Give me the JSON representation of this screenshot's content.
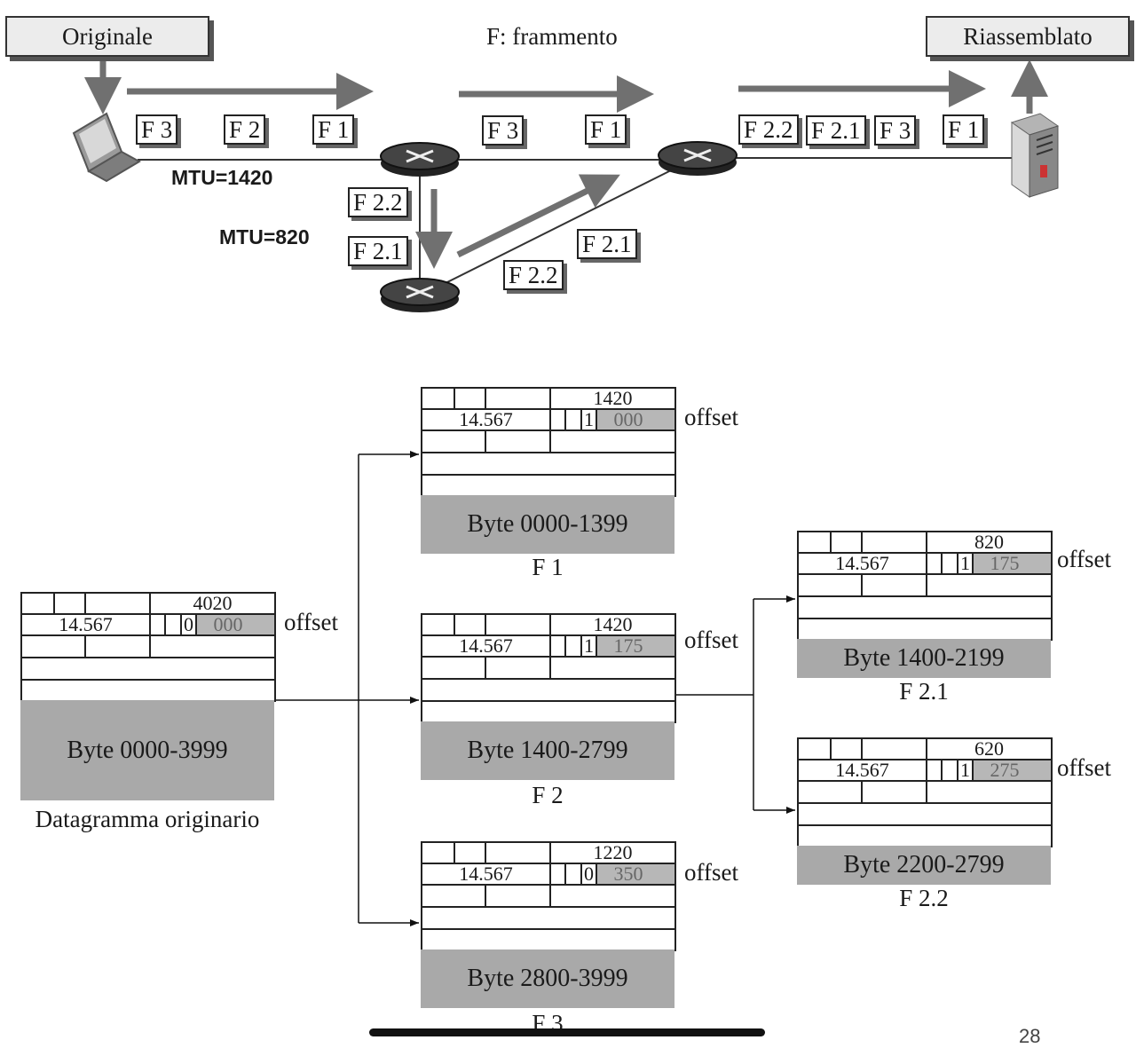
{
  "top": {
    "original_label": "Originale",
    "fragment_title": "F: frammento",
    "reassembled_label": "Riassemblato",
    "mtu_1420": "MTU=1420",
    "mtu_820": "MTU=820",
    "host_link_frags": [
      "F 3",
      "F 2",
      "F 1"
    ],
    "middle_link_frags": [
      "F 3",
      "F 1"
    ],
    "final_link_frags": [
      "F 2.2",
      "F 2.1",
      "F 3",
      "F 1"
    ],
    "down_link_frags": [
      "F 2.2",
      "F 2.1"
    ],
    "up_link_frags": [
      "F 2.1",
      "F 2.2"
    ]
  },
  "original": {
    "total_length": "4020",
    "identification": "14.567",
    "mf_flag": "0",
    "offset": "000",
    "offset_label": "offset",
    "payload": "Byte 0000-3999",
    "caption": "Datagramma originario"
  },
  "fragments": [
    {
      "total_length": "1420",
      "identification": "14.567",
      "mf_flag": "1",
      "offset": "000",
      "offset_label": "offset",
      "payload": "Byte 0000-1399",
      "caption": "F 1"
    },
    {
      "total_length": "1420",
      "identification": "14.567",
      "mf_flag": "1",
      "offset": "175",
      "offset_label": "offset",
      "payload": "Byte 1400-2799",
      "caption": "F 2"
    },
    {
      "total_length": "1220",
      "identification": "14.567",
      "mf_flag": "0",
      "offset": "350",
      "offset_label": "offset",
      "payload": "Byte 2800-3999",
      "caption": "F 3"
    },
    {
      "total_length": "820",
      "identification": "14.567",
      "mf_flag": "1",
      "offset": "175",
      "offset_label": "offset",
      "payload": "Byte 1400-2199",
      "caption": "F 2.1"
    },
    {
      "total_length": "620",
      "identification": "14.567",
      "mf_flag": "1",
      "offset": "275",
      "offset_label": "offset",
      "payload": "Byte 2200-2799",
      "caption": "F 2.2"
    }
  ],
  "page_number": "28"
}
